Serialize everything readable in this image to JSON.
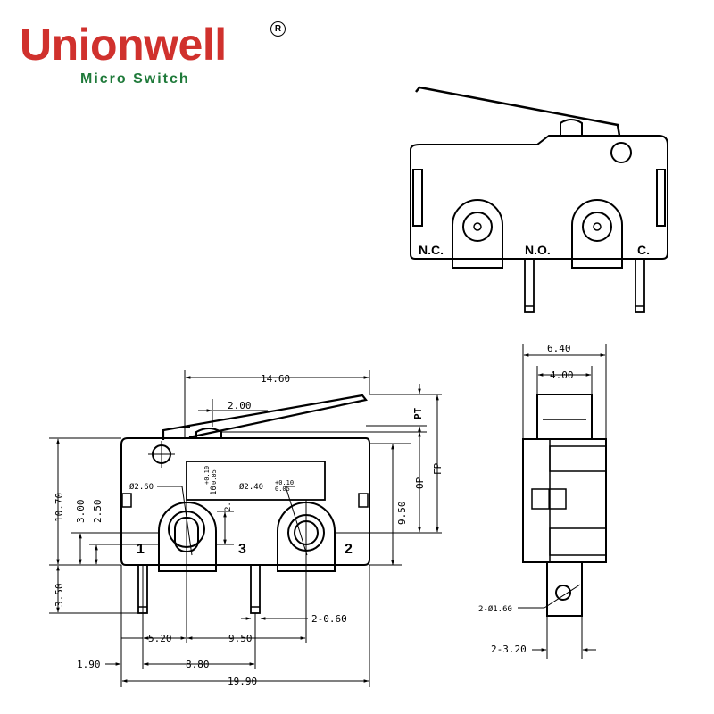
{
  "logo": {
    "name": "Unionwell",
    "registered": "R",
    "tagline": "Micro Switch",
    "name_color": "#d0312d",
    "tagline_color": "#1f7a3a"
  },
  "top_view": {
    "terminal_labels": [
      "N.C.",
      "N.O.",
      "C."
    ]
  },
  "front_view": {
    "dimensions": {
      "overall_lever": "14.60",
      "lever_offset": "2.00",
      "pt": "PT",
      "fp": "FP",
      "op": "OP",
      "body_width": "19.90",
      "left_offset": "1.90",
      "pin_spacing_1_3": "8.80",
      "pin_offset": "5.20",
      "pin_spacing_3_2": "9.50",
      "pin_width": "2-0.60",
      "body_height": "10.70",
      "hole_height": "3.00",
      "hole_height_2": "2.50",
      "pin_length": "3.50",
      "height_to_top": "9.50",
      "hole_center": "2.",
      "hole_left": "Ø2.60",
      "hole_right": "Ø2.40",
      "hole_right_tol_plus": "+0.10",
      "hole_right_tol_minus": "0.05",
      "spacing_10": "10",
      "spacing_10_tol_plus": "+0.10",
      "spacing_10_tol_minus": "0.05"
    },
    "pin_labels": [
      "1",
      "3",
      "2"
    ]
  },
  "side_view": {
    "dimensions": {
      "width_outer": "6.40",
      "width_inner": "4.00",
      "hole_dia": "2-Ø1.60",
      "pin_width": "2-3.20"
    }
  }
}
